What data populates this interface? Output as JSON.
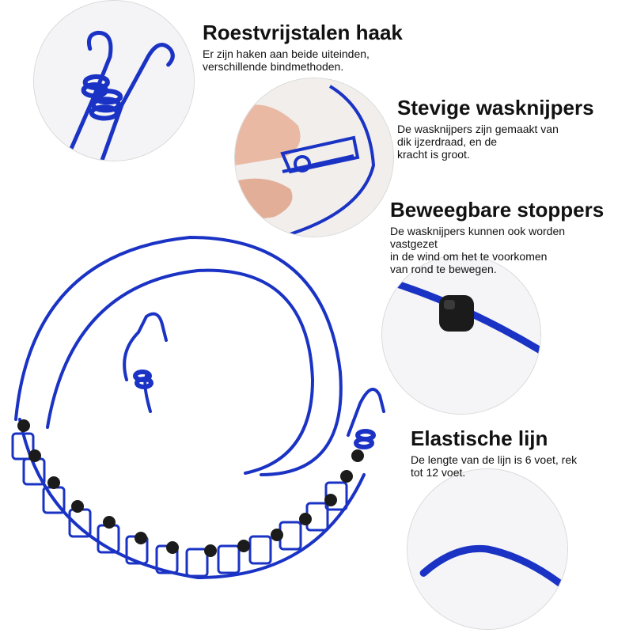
{
  "colors": {
    "cord": "#1a33c4",
    "cord_dark": "#0f1f8a",
    "stopper": "#1b1b1b",
    "text": "#111111"
  },
  "features": [
    {
      "icon": "hook-icon",
      "title": "Roestvrijstalen haak",
      "description": "Er zijn haken aan beide uiteinden,\nverschillende bindmethoden."
    },
    {
      "icon": "clothespin-icon",
      "title": "Stevige wasknijpers",
      "description": "De wasknijpers zijn gemaakt van\ndik ijzerdraad, en de\nkracht is groot."
    },
    {
      "icon": "stopper-icon",
      "title": "Beweegbare stoppers",
      "description": "De wasknijpers kunnen ook worden\nvastgezet\nin de wind om het te voorkomen\nvan rond te bewegen."
    },
    {
      "icon": "elastic-cord-icon",
      "title": "Elastische lijn",
      "description": "De lengte van de lijn is 6 voet, rek\ntot 12 voet."
    }
  ]
}
